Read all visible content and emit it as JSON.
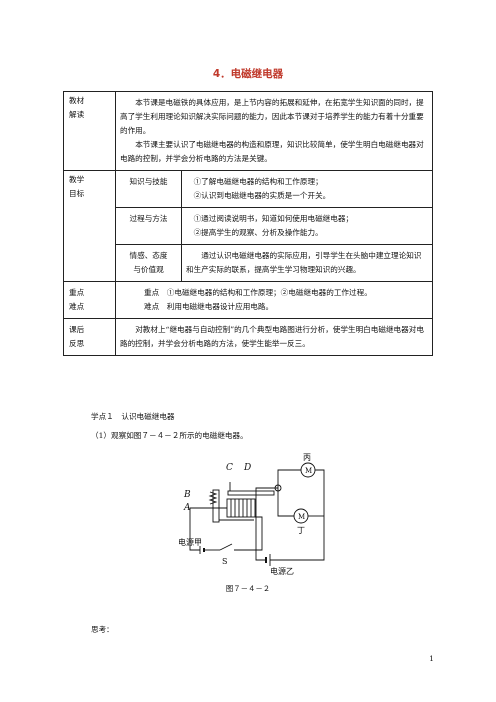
{
  "title": "4．电磁继电器",
  "table": {
    "r1_label": [
      "教材",
      "解读"
    ],
    "r1_para1": "本节课是电磁铁的具体应用，是上节内容的拓展和延伸，在拓宽学生知识面的同时，提高了学生利用理论知识解决实际问题的能力，因此本节课对于培养学生的能力有着十分重要的作用。",
    "r1_para2": "本节课主要认识了电磁继电器的构造和原理，知识比较简单，使学生明白电磁继电器对电路的控制，并学会分析电路的方法是关键。",
    "r2_label": [
      "教学",
      "目标"
    ],
    "g1_label": "知识与技能",
    "g1_items": [
      "①了解电磁继电器的结构和工作原理；",
      "②认识到电磁继电器的实质是一个开关。"
    ],
    "g2_label": "过程与方法",
    "g2_items": [
      "①通过阅读说明书，知道如何使用电磁继电器；",
      "②提高学生的观察、分析及操作能力。"
    ],
    "g3_label": [
      "情感、态度",
      "与价值观"
    ],
    "g3_text": "通过认识电磁继电器的实际应用，引导学生在头脑中建立理论知识和生产实际的联系，提高学生学习物理知识的兴趣。",
    "r3_label": [
      "重点",
      "难点"
    ],
    "r3_line1": "重点　①电磁继电器的结构和工作原理；②电磁继电器的工作过程。",
    "r3_line2": "难点　利用电磁继电器设计应用电路。",
    "r4_label": [
      "课后",
      "反思"
    ],
    "r4_text": "对教材上“继电器与自动控制”的几个典型电路图进行分析，使学生明白电磁继电器对电路的控制，并学会分析电路的方法，使学生能举一反三。"
  },
  "section": "学点１　认识电磁继电器",
  "instruction": "（1）观察如图７－４－２所示的电磁继电器。",
  "figure": {
    "label_C": "C",
    "label_D": "D",
    "label_B": "B",
    "label_A": "A",
    "label_bing": "丙",
    "label_ding": "丁",
    "motor": "M",
    "label_source_jia": "电源甲",
    "label_S": "S",
    "label_source_yi": "电源乙"
  },
  "caption": "图７－４－２",
  "think": "思考：",
  "page_number": "1"
}
